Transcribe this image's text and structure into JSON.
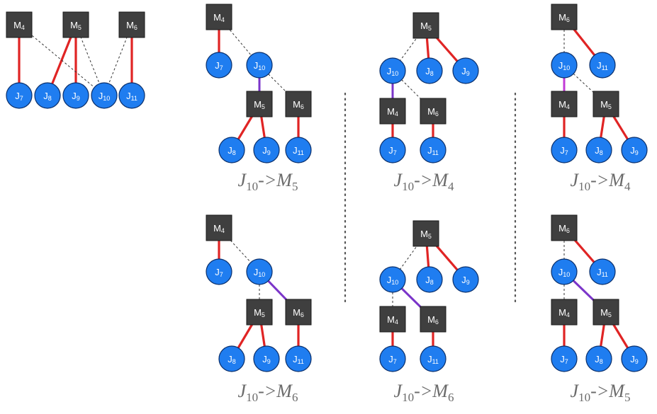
{
  "colors": {
    "machine_fill": "#3f3f3f",
    "machine_border": "#1a1a1a",
    "job_fill": "#1f7df0",
    "job_border": "#0a2f6b",
    "assign_edge": "#e02424",
    "moved_edge": "#7b35c9",
    "moved_edge_alt": "#c23ad6",
    "potential_edge": "#333333",
    "separator": "#555555",
    "caption_text": "#6b6b6b"
  },
  "nodes": {
    "M4": {
      "type": "machine",
      "main": "M",
      "sub": "4"
    },
    "M5": {
      "type": "machine",
      "main": "M",
      "sub": "5"
    },
    "M6": {
      "type": "machine",
      "main": "M",
      "sub": "6"
    },
    "J7": {
      "type": "job",
      "main": "J",
      "sub": "7"
    },
    "J8": {
      "type": "job",
      "main": "J",
      "sub": "8"
    },
    "J9": {
      "type": "job",
      "main": "J",
      "sub": "9"
    },
    "J10": {
      "type": "job",
      "main": "J",
      "sub": "10"
    },
    "J11": {
      "type": "job",
      "main": "J",
      "sub": "11"
    }
  },
  "panels": [
    {
      "id": "initial",
      "caption": null,
      "edges": [
        [
          "M4",
          "J7",
          "assign"
        ],
        [
          "M5",
          "J8",
          "assign"
        ],
        [
          "M5",
          "J9",
          "assign"
        ],
        [
          "M6",
          "J11",
          "assign"
        ],
        [
          "M4",
          "J10",
          "potential"
        ],
        [
          "M5",
          "J10",
          "potential"
        ],
        [
          "M6",
          "J10",
          "potential"
        ]
      ]
    },
    {
      "id": "top-1",
      "caption": {
        "job": "J",
        "job_sub": "10",
        "arrow": "->",
        "machine": "M",
        "machine_sub": "5"
      },
      "edges": [
        [
          "M4",
          "J7",
          "assign"
        ],
        [
          "M4",
          "J10",
          "potential"
        ],
        [
          "J10",
          "M5",
          "moved"
        ],
        [
          "J10",
          "M6",
          "potential"
        ],
        [
          "M5",
          "J8",
          "assign"
        ],
        [
          "M5",
          "J9",
          "assign"
        ],
        [
          "M6",
          "J11",
          "assign"
        ]
      ]
    },
    {
      "id": "top-2",
      "caption": {
        "job": "J",
        "job_sub": "10",
        "arrow": "->",
        "machine": "M",
        "machine_sub": "4"
      },
      "edges": [
        [
          "M5",
          "J10",
          "potential"
        ],
        [
          "M5",
          "J8",
          "assign"
        ],
        [
          "M5",
          "J9",
          "assign"
        ],
        [
          "J10",
          "M4",
          "moved"
        ],
        [
          "J10",
          "M6",
          "potential"
        ],
        [
          "M4",
          "J7",
          "assign"
        ],
        [
          "M6",
          "J11",
          "assign"
        ]
      ]
    },
    {
      "id": "top-3",
      "caption": {
        "job": "J",
        "job_sub": "10",
        "arrow": "->",
        "machine": "M",
        "machine_sub": "4"
      },
      "edges": [
        [
          "M6",
          "J10",
          "potential"
        ],
        [
          "M6",
          "J11",
          "assign"
        ],
        [
          "J10",
          "M4",
          "moved_alt"
        ],
        [
          "J10",
          "M5",
          "potential"
        ],
        [
          "M4",
          "J7",
          "assign"
        ],
        [
          "M5",
          "J8",
          "assign"
        ],
        [
          "M5",
          "J9",
          "assign"
        ]
      ]
    },
    {
      "id": "bottom-1",
      "caption": {
        "job": "J",
        "job_sub": "10",
        "arrow": "->",
        "machine": "M",
        "machine_sub": "6"
      },
      "edges": [
        [
          "M4",
          "J7",
          "assign"
        ],
        [
          "M4",
          "J10",
          "potential"
        ],
        [
          "J10",
          "M5",
          "potential"
        ],
        [
          "J10",
          "M6",
          "moved"
        ],
        [
          "M5",
          "J8",
          "assign"
        ],
        [
          "M5",
          "J9",
          "assign"
        ],
        [
          "M6",
          "J11",
          "assign"
        ]
      ]
    },
    {
      "id": "bottom-2",
      "caption": {
        "job": "J",
        "job_sub": "10",
        "arrow": "->",
        "machine": "M",
        "machine_sub": "6"
      },
      "edges": [
        [
          "M5",
          "J10",
          "potential"
        ],
        [
          "M5",
          "J8",
          "assign"
        ],
        [
          "M5",
          "J9",
          "assign"
        ],
        [
          "J10",
          "M4",
          "potential"
        ],
        [
          "J10",
          "M6",
          "moved"
        ],
        [
          "M4",
          "J7",
          "assign"
        ],
        [
          "M6",
          "J11",
          "assign"
        ]
      ]
    },
    {
      "id": "bottom-3",
      "caption": {
        "job": "J",
        "job_sub": "10",
        "arrow": "->",
        "machine": "M",
        "machine_sub": "5"
      },
      "edges": [
        [
          "M6",
          "J10",
          "potential"
        ],
        [
          "M6",
          "J11",
          "assign"
        ],
        [
          "J10",
          "M4",
          "potential"
        ],
        [
          "J10",
          "M5",
          "moved"
        ],
        [
          "M4",
          "J7",
          "assign"
        ],
        [
          "M5",
          "J8",
          "assign"
        ],
        [
          "M5",
          "J9",
          "assign"
        ]
      ]
    }
  ]
}
